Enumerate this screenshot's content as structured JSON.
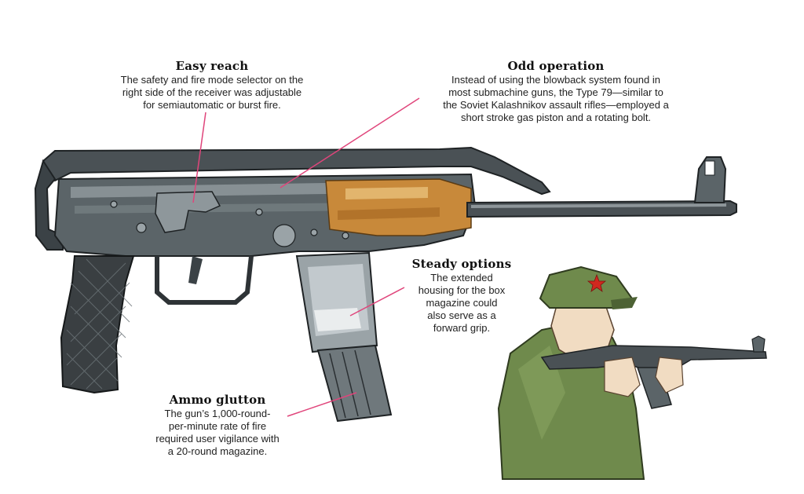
{
  "callouts": {
    "easy_reach": {
      "title": "Easy reach",
      "body": "The safety and fire mode selector on the\nright side of the receiver was adjustable\nfor semiautomatic or burst fire."
    },
    "odd_operation": {
      "title": "Odd operation",
      "body": "Instead of using the blowback system found in\nmost submachine guns, the Type 79—similar to\nthe Soviet Kalashnikov assault rifles—employed a\nshort stroke gas piston and a rotating bolt."
    },
    "steady_options": {
      "title": "Steady options",
      "body": "The extended\nhousing for the box\nmagazine could\nalso serve as a\nforward grip."
    },
    "ammo_glutton": {
      "title": "Ammo glutton",
      "body": "The gun’s 1,000-round-\nper-minute rate of fire\nrequired user vigilance with\na 20-round magazine."
    }
  },
  "colors": {
    "leader_line": "#e0457b",
    "metal_dark": "#3d4347",
    "metal_mid": "#8b9397",
    "wood": "#c8893a",
    "uniform": "#6f8a4c"
  },
  "icons": {
    "cap_badge": "red-star-icon"
  }
}
